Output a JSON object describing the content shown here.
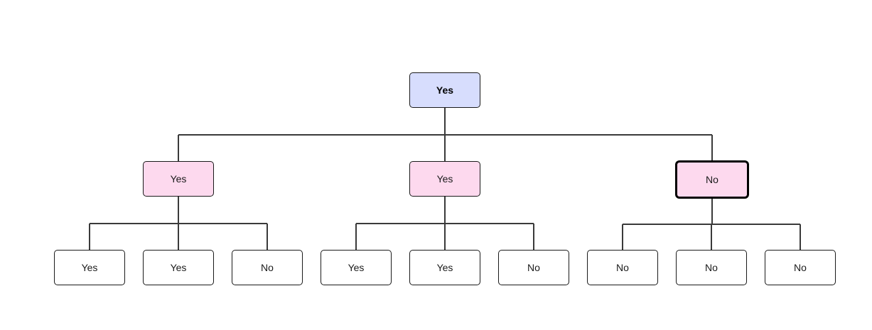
{
  "diagram": {
    "type": "tree",
    "colors": {
      "root_fill": "#d7ddfd",
      "level1_fill": "#fdd9ee",
      "leaf_fill": "#ffffff",
      "line": "#3a3a3a",
      "border": "#1a1a1a"
    },
    "root": {
      "label": "Yes",
      "children": [
        {
          "label": "Yes",
          "children": [
            {
              "label": "Yes"
            },
            {
              "label": "Yes"
            },
            {
              "label": "No"
            }
          ]
        },
        {
          "label": "Yes",
          "children": [
            {
              "label": "Yes"
            },
            {
              "label": "Yes"
            },
            {
              "label": "No"
            }
          ]
        },
        {
          "label": "No",
          "selected": true,
          "children": [
            {
              "label": "No"
            },
            {
              "label": "No"
            },
            {
              "label": "No"
            }
          ]
        }
      ]
    }
  }
}
